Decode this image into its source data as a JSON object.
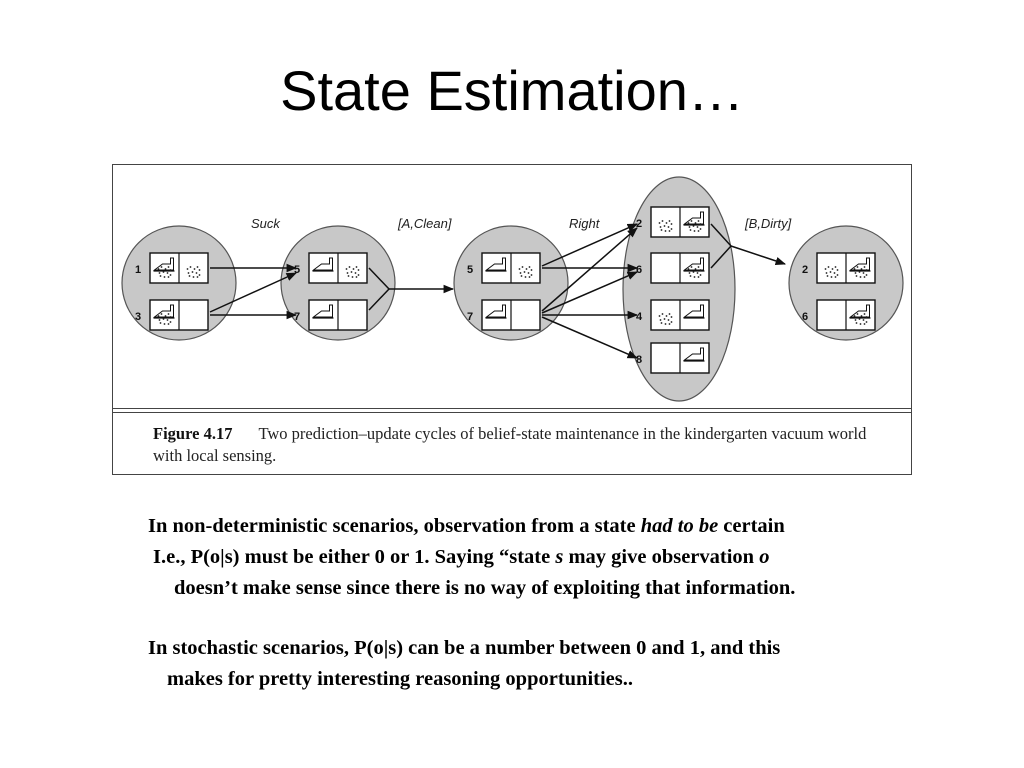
{
  "slide": {
    "title": "State Estimation…"
  },
  "figure": {
    "labels": {
      "suck": "Suck",
      "a_clean": "[A,Clean]",
      "right": "Right",
      "b_dirty": "[B,Dirty]"
    },
    "caption_label": "Figure 4.17",
    "caption_text": "Two prediction–update cycles of belief-state maintenance in the kindergarten vacuum world with local sensing.",
    "belief_states": [
      {
        "id": "initial",
        "states": [
          "1",
          "3"
        ]
      },
      {
        "id": "after-suck",
        "states": [
          "5",
          "7"
        ]
      },
      {
        "id": "after-observe-a-clean",
        "states": [
          "5",
          "7"
        ]
      },
      {
        "id": "after-right",
        "states": [
          "2",
          "6",
          "4",
          "8"
        ]
      },
      {
        "id": "after-observe-b-dirty",
        "states": [
          "2",
          "6"
        ]
      }
    ]
  },
  "text": {
    "p1_l1_a": "In non-deterministic scenarios, observation from a state ",
    "p1_l1_em": "had to be",
    "p1_l1_b": " certain",
    "p1_l2_a": "I.e.,  P(o|s) must be either 0 or 1. Saying “state ",
    "p1_l2_s": "s",
    "p1_l2_b": " may give observation ",
    "p1_l2_o": "o",
    "p1_l3": "doesn’t make sense since there is no way of exploiting that information.",
    "p2_l1": "In stochastic scenarios, P(o|s) can be a number between 0 and 1, and this",
    "p2_l2": "makes for pretty interesting reasoning opportunities.."
  }
}
